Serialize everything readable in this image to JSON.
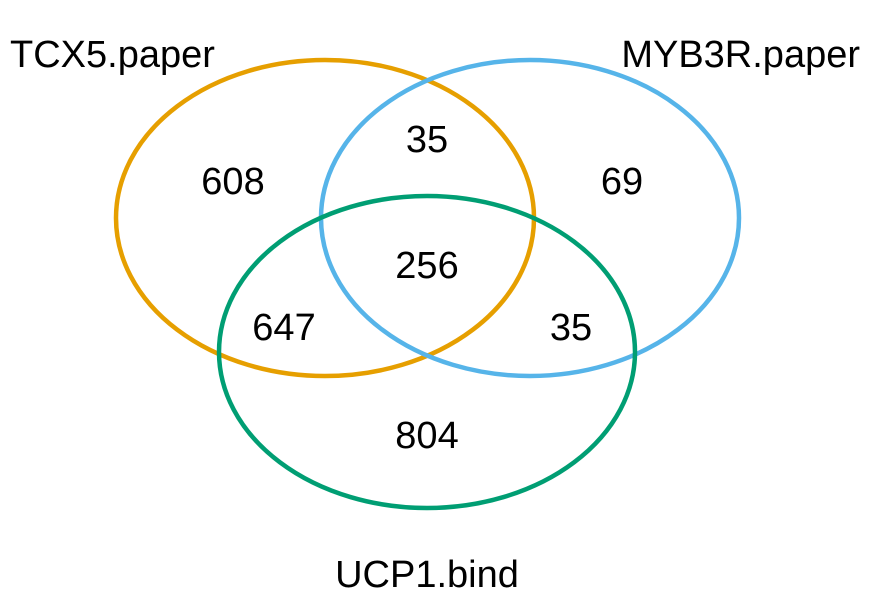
{
  "venn": {
    "sets": [
      {
        "id": "a",
        "label": "TCX5.paper",
        "color": "#E69F00"
      },
      {
        "id": "b",
        "label": "MYB3R.paper",
        "color": "#56B4E9"
      },
      {
        "id": "c",
        "label": "UCP1.bind",
        "color": "#009E73"
      }
    ],
    "regions": {
      "a_only": "608",
      "b_only": "69",
      "c_only": "804",
      "ab_only": "35",
      "ac_only": "647",
      "bc_only": "35",
      "abc": "256"
    }
  }
}
